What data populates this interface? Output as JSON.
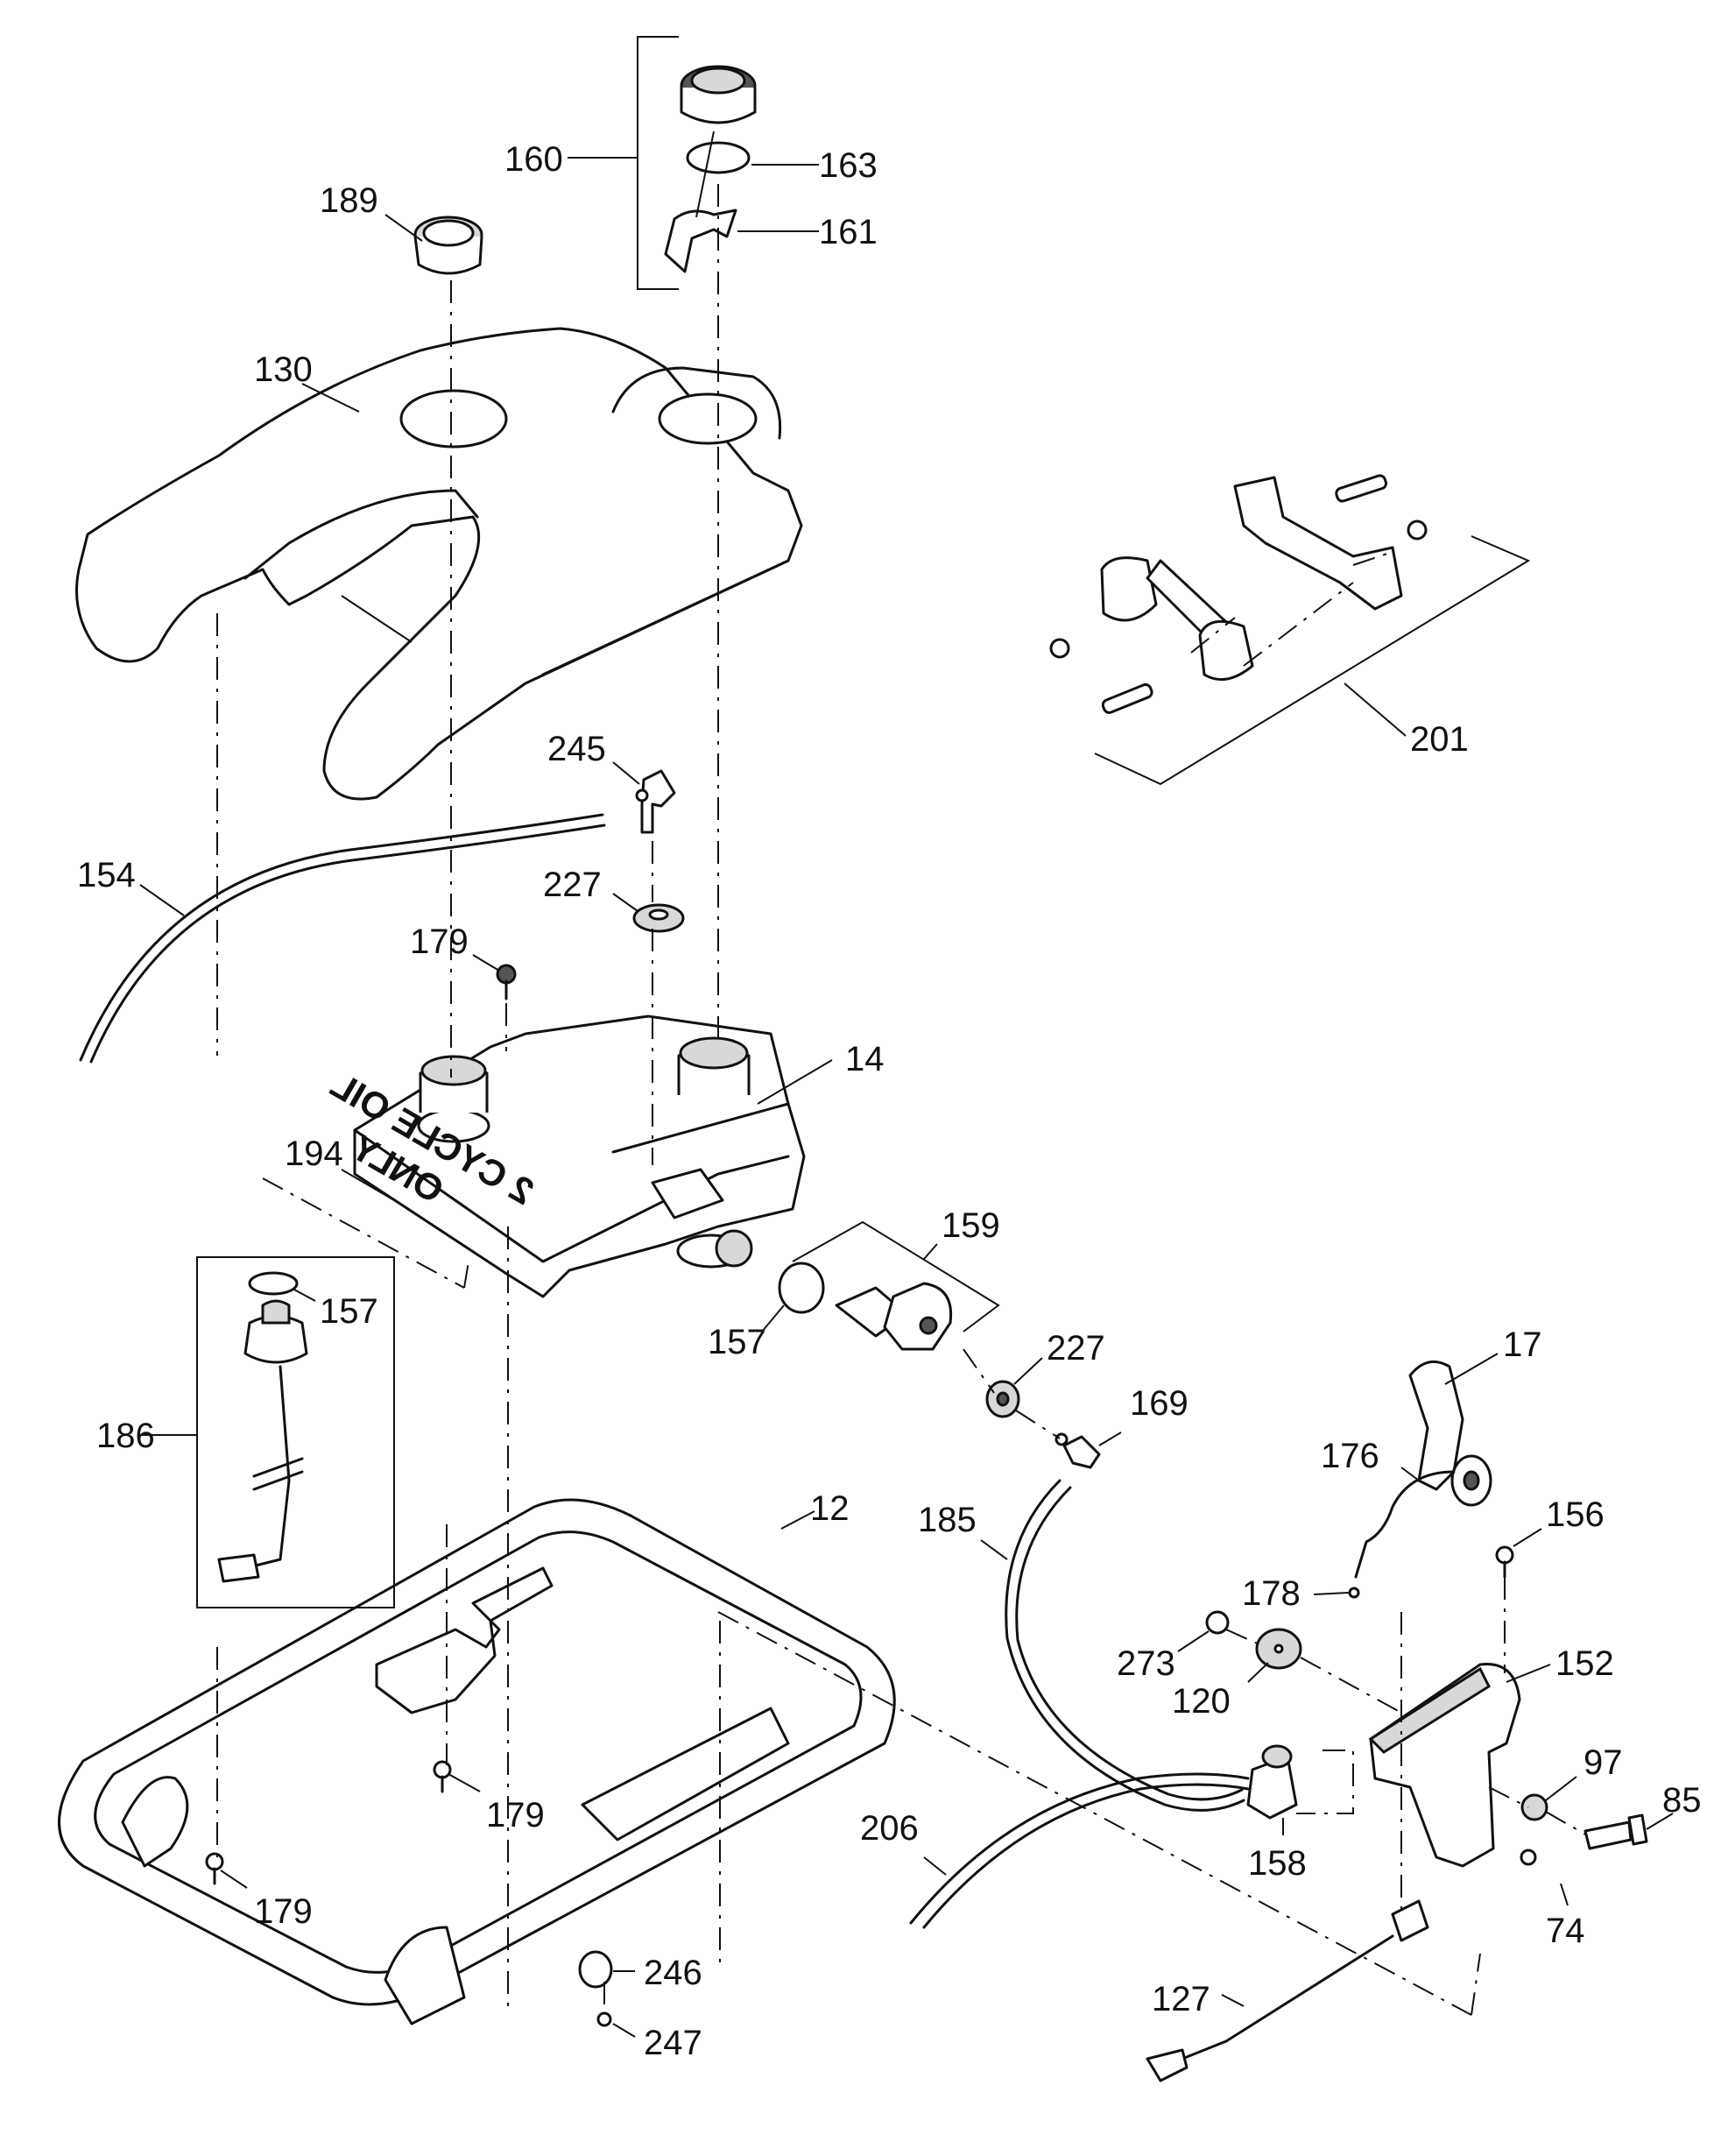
{
  "callouts": {
    "p160": "160",
    "p163": "163",
    "p161": "161",
    "p189": "189",
    "p130": "130",
    "p201": "201",
    "p245": "245",
    "p154": "154",
    "p227a": "227",
    "p179a": "179",
    "p194": "194",
    "p14": "14",
    "p159": "159",
    "p157a": "157",
    "p157b": "157",
    "p227b": "227",
    "p169": "169",
    "p186": "186",
    "p17": "17",
    "p176": "176",
    "p12": "12",
    "p185": "185",
    "p156": "156",
    "p178": "178",
    "p273": "273",
    "p152": "152",
    "p120": "120",
    "p97": "97",
    "p85": "85",
    "p179b": "179",
    "p206": "206",
    "p158": "158",
    "p179c": "179",
    "p74": "74",
    "p246": "246",
    "p127": "127",
    "p247": "247"
  },
  "tank_marking": {
    "line1": "2 CYCLE OIL",
    "line2": "ONLY"
  }
}
